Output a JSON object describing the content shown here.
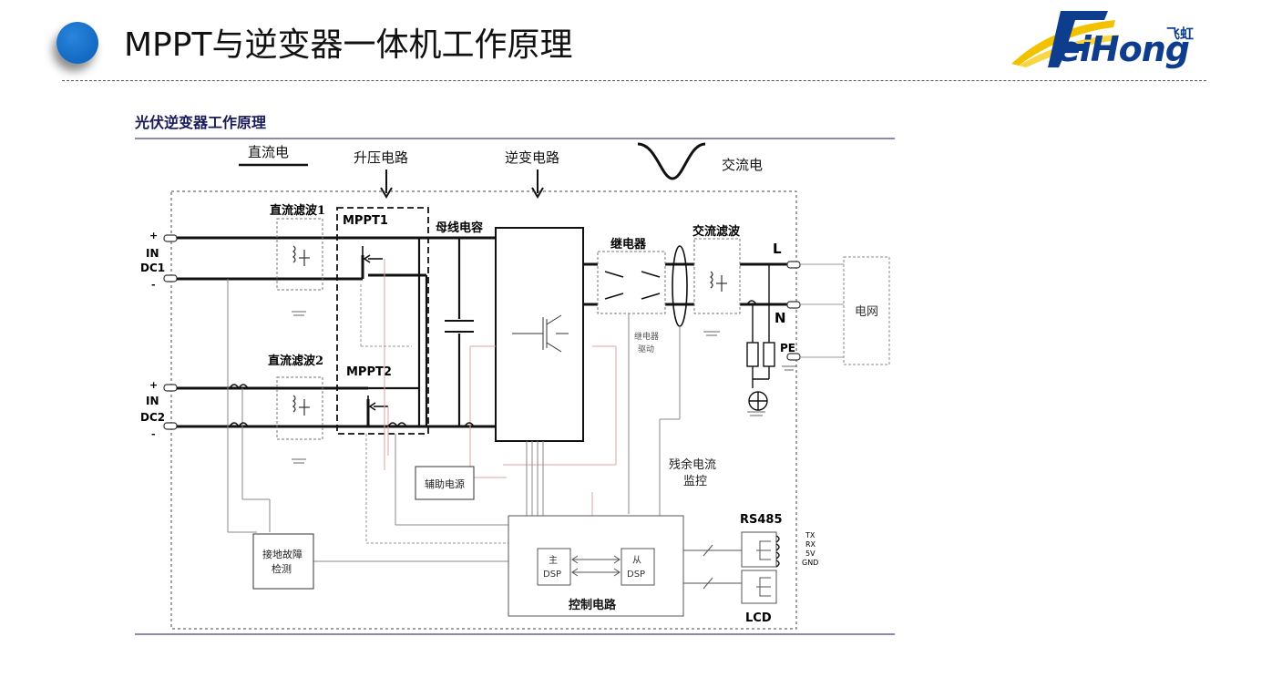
{
  "slide": {
    "title": "MPPT与逆变器一体机工作原理",
    "logo_text": "eiHong",
    "logo_cn": "飞虹"
  },
  "diagram": {
    "heading": "光伏逆变器工作原理",
    "top_labels": {
      "dc": "直流电",
      "boost": "升压电路",
      "inverter": "逆变电路",
      "ac": "交流电"
    },
    "filters": {
      "dc_filter_1": "直流滤波1",
      "dc_filter_2": "直流滤波2",
      "ac_filter": "交流滤波"
    },
    "mppt": {
      "mppt1": "MPPT1",
      "mppt2": "MPPT2"
    },
    "bus_cap": "母线电容",
    "relay": "继电器",
    "relay_drive": [
      "继电器",
      "驱动"
    ],
    "inputs": {
      "dc1": {
        "plus": "+",
        "in": "IN",
        "name": "DC1",
        "minus": "-"
      },
      "dc2": {
        "plus": "+",
        "in": "IN",
        "name": "DC2",
        "minus": "-"
      }
    },
    "outputs": {
      "L": "L",
      "N": "N",
      "PE": "PE"
    },
    "grid": "电网",
    "residual_current": [
      "残余电流",
      "监控"
    ],
    "aux_power": "辅助电源",
    "ground_fault": [
      "接地故障",
      "检测"
    ],
    "control": {
      "title": "控制电路",
      "master": [
        "主",
        "DSP"
      ],
      "slave": [
        "从",
        "DSP"
      ]
    },
    "rs485": {
      "title": "RS485",
      "pins": [
        "TX",
        "RX",
        "5V",
        "GND"
      ]
    },
    "lcd": "LCD"
  }
}
